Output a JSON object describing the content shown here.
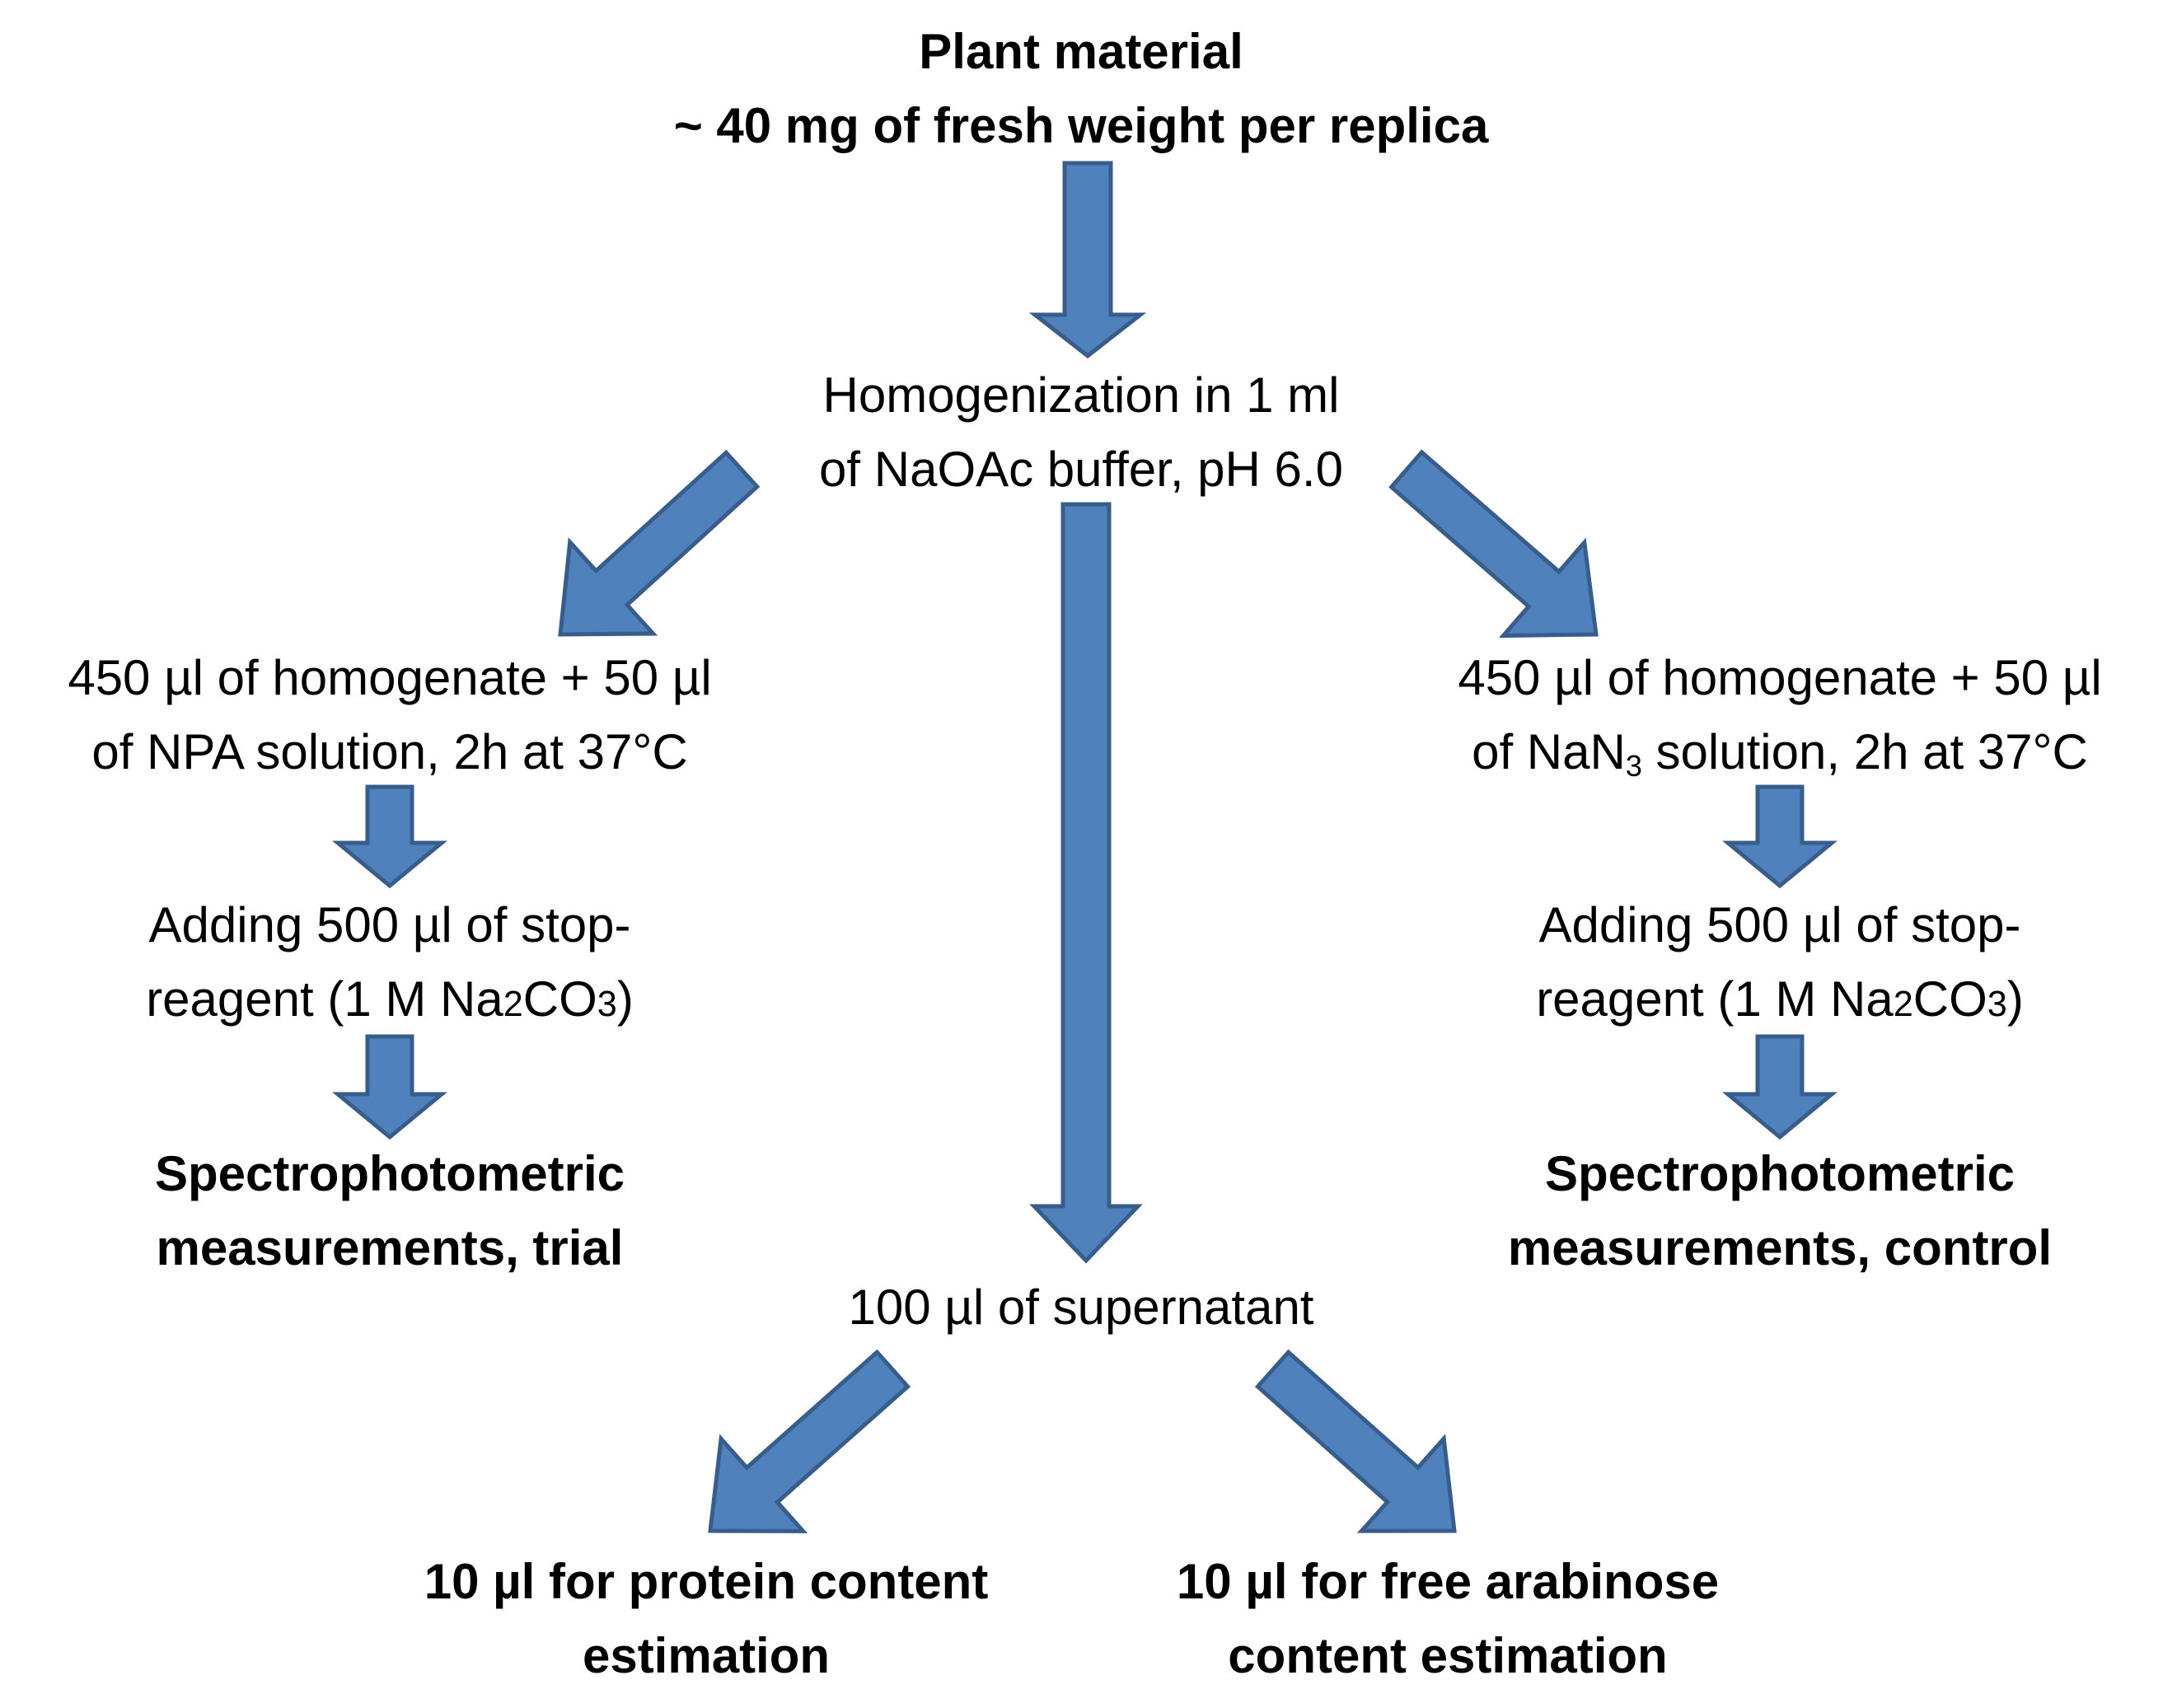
{
  "colors": {
    "arrow_fill": "#4f81bd",
    "arrow_stroke": "#385d8a",
    "text": "#000000",
    "background": "#ffffff"
  },
  "nodes": {
    "plant_material": {
      "line1": "Plant material",
      "line2": "~ 40 mg of fresh weight per replica"
    },
    "homogenization": {
      "line1": "Homogenization in 1 ml",
      "line2": "of NaOAc buffer, pH 6.0"
    },
    "npa_trial": {
      "line1": "450 µl of homogenate + 50 µl",
      "line2": "of NPA solution, 2h at 37°C"
    },
    "nan3_control": {
      "line1": "450 µl of homogenate + 50 µl",
      "line2_prefix": "of NaN",
      "line2_sub": "3",
      "line2_suffix": " solution, 2h at 37°C"
    },
    "stop_left": {
      "line1": "Adding 500 µl of stop-",
      "line2_prefix": "reagent (1 M  Na",
      "line2_s1": "2",
      "line2_mid": "CO",
      "line2_s2": "3",
      "line2_suffix": ")"
    },
    "stop_right": {
      "line1": "Adding 500 µl of stop-",
      "line2_prefix": "reagent (1 M  Na",
      "line2_s1": "2",
      "line2_mid": "CO",
      "line2_s2": "3",
      "line2_suffix": ")"
    },
    "spectro_trial": {
      "line1": "Spectrophotometric",
      "line2": "measurements, trial"
    },
    "spectro_control": {
      "line1": "Spectrophotometric",
      "line2": "measurements, control"
    },
    "supernatant": {
      "line1": "100 µl of supernatant"
    },
    "protein": {
      "line1": "10 µl for protein content",
      "line2": "estimation"
    },
    "arabinose": {
      "line1": "10 µl for free arabinose",
      "line2": "content estimation"
    }
  }
}
